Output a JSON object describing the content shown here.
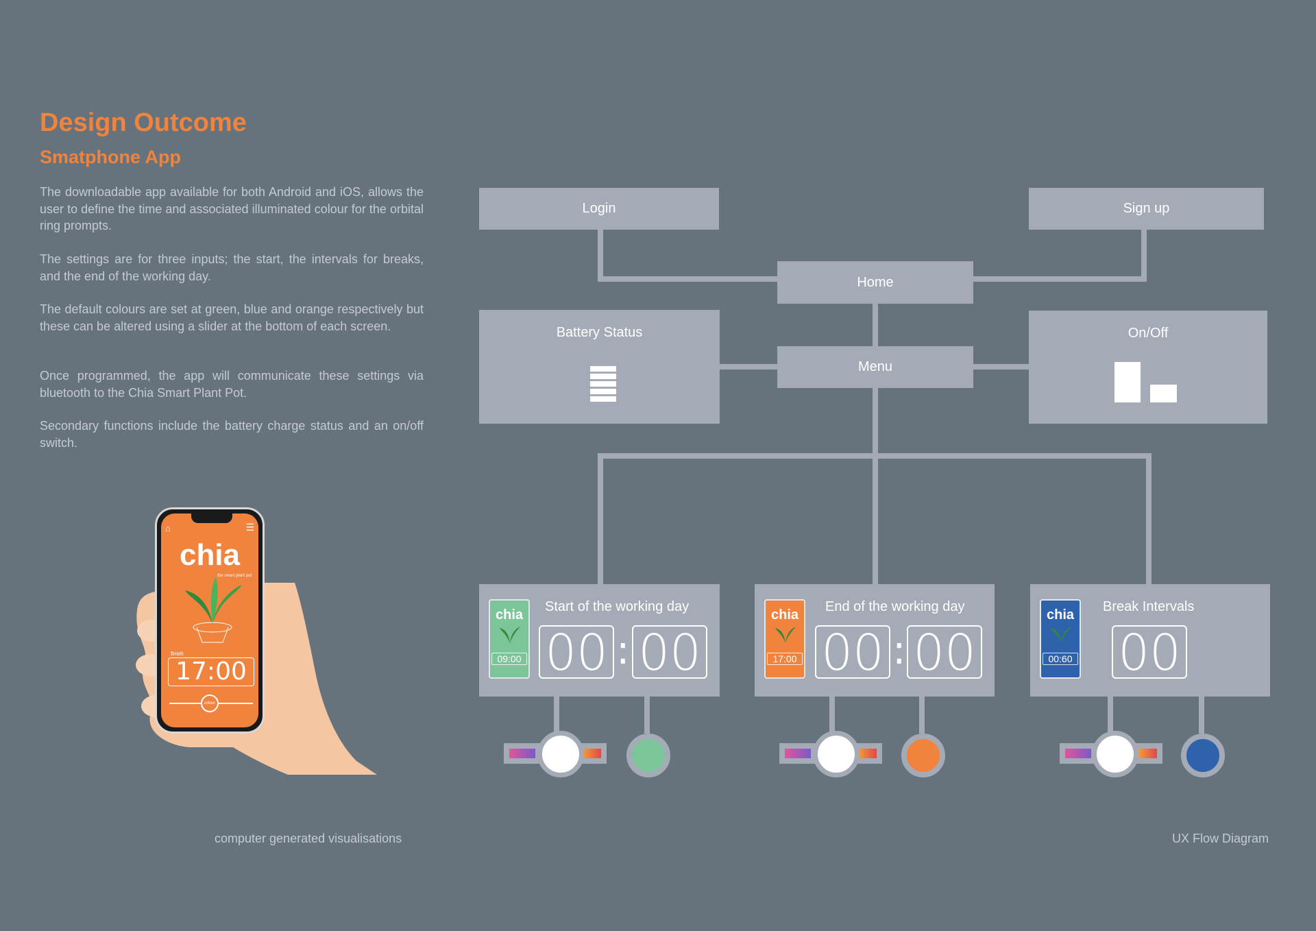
{
  "heading": "Design Outcome",
  "subheading": "Smatphone App",
  "paragraphs": [
    "The downloadable app available for both Android and iOS, allows the user to define the time and associated illuminated colour for the orbital ring prompts.",
    "The settings are for three inputs; the start, the intervals for breaks, and the end of the working day.",
    "The default colours are set at green, blue and orange respectively but these can be altered using a slider at the bottom of each screen.",
    "Once programmed, the app will communicate these settings via bluetooth to the Chia Smart Plant Pot.",
    "Secondary functions include the battery charge status and an on/off switch."
  ],
  "caption_left": "computer generated visualisations",
  "caption_right": "UX  Flow Diagram",
  "phone": {
    "brand": "chia",
    "tagline": "the smart plant pot",
    "label": "finish",
    "time": "17:00",
    "slider_label": "colour"
  },
  "nodes": {
    "login": "Login",
    "signup": "Sign up",
    "home": "Home",
    "menu": "Menu",
    "battery": "Battery Status",
    "onoff": "On/Off"
  },
  "screens": [
    {
      "title": "Start of the working day",
      "mini_time": "09:00",
      "digits": [
        "00",
        "00"
      ],
      "color": "#7cc49a"
    },
    {
      "title": "End of the working day",
      "mini_time": "17:00",
      "digits": [
        "00",
        "00"
      ],
      "color": "#f0833d"
    },
    {
      "title": "Break Intervals",
      "mini_time": "00:60",
      "digits": [
        "00"
      ],
      "color": "#2f62ad"
    }
  ],
  "mini_brand": "chia",
  "colors": {
    "background": "#66727c",
    "accent": "#f0833d",
    "node": "#a4abb6",
    "green": "#7cc49a",
    "orange": "#f0833d",
    "blue": "#2f62ad"
  }
}
